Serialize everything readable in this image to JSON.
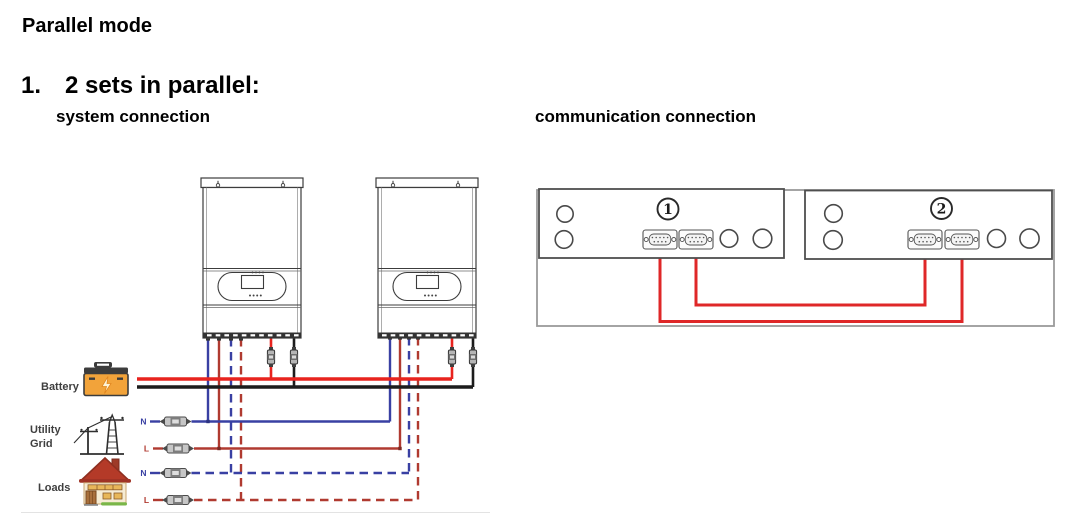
{
  "page": {
    "title": "Parallel mode",
    "list_number": "1.",
    "list_heading": "2 sets in parallel:",
    "left_caption": "system connection",
    "right_caption": "communication connection"
  },
  "system_diagram": {
    "battery_label": "Battery",
    "utility_label_line1": "Utility",
    "utility_label_line2": "Grid",
    "loads_label": "Loads",
    "wires": [
      {
        "label": "N",
        "circuit": "utility-grid",
        "style": "solid",
        "color": "#3940a3"
      },
      {
        "label": "L",
        "circuit": "utility-grid",
        "style": "solid",
        "color": "#b03a30"
      },
      {
        "label": "N",
        "circuit": "loads",
        "style": "dashed",
        "color": "#3940a3"
      },
      {
        "label": "L",
        "circuit": "loads",
        "style": "dashed",
        "color": "#b03a30"
      }
    ],
    "battery_bus": {
      "positive_color": "#e8231e",
      "negative_color": "#1c1c1c"
    },
    "icons": {
      "battery": "battery-icon",
      "utility_grid": "utility-grid-tower-icon",
      "loads": "house-icon"
    }
  },
  "communication_diagram": {
    "unit_labels": [
      "1",
      "2"
    ],
    "cable_color": "#df2728"
  }
}
